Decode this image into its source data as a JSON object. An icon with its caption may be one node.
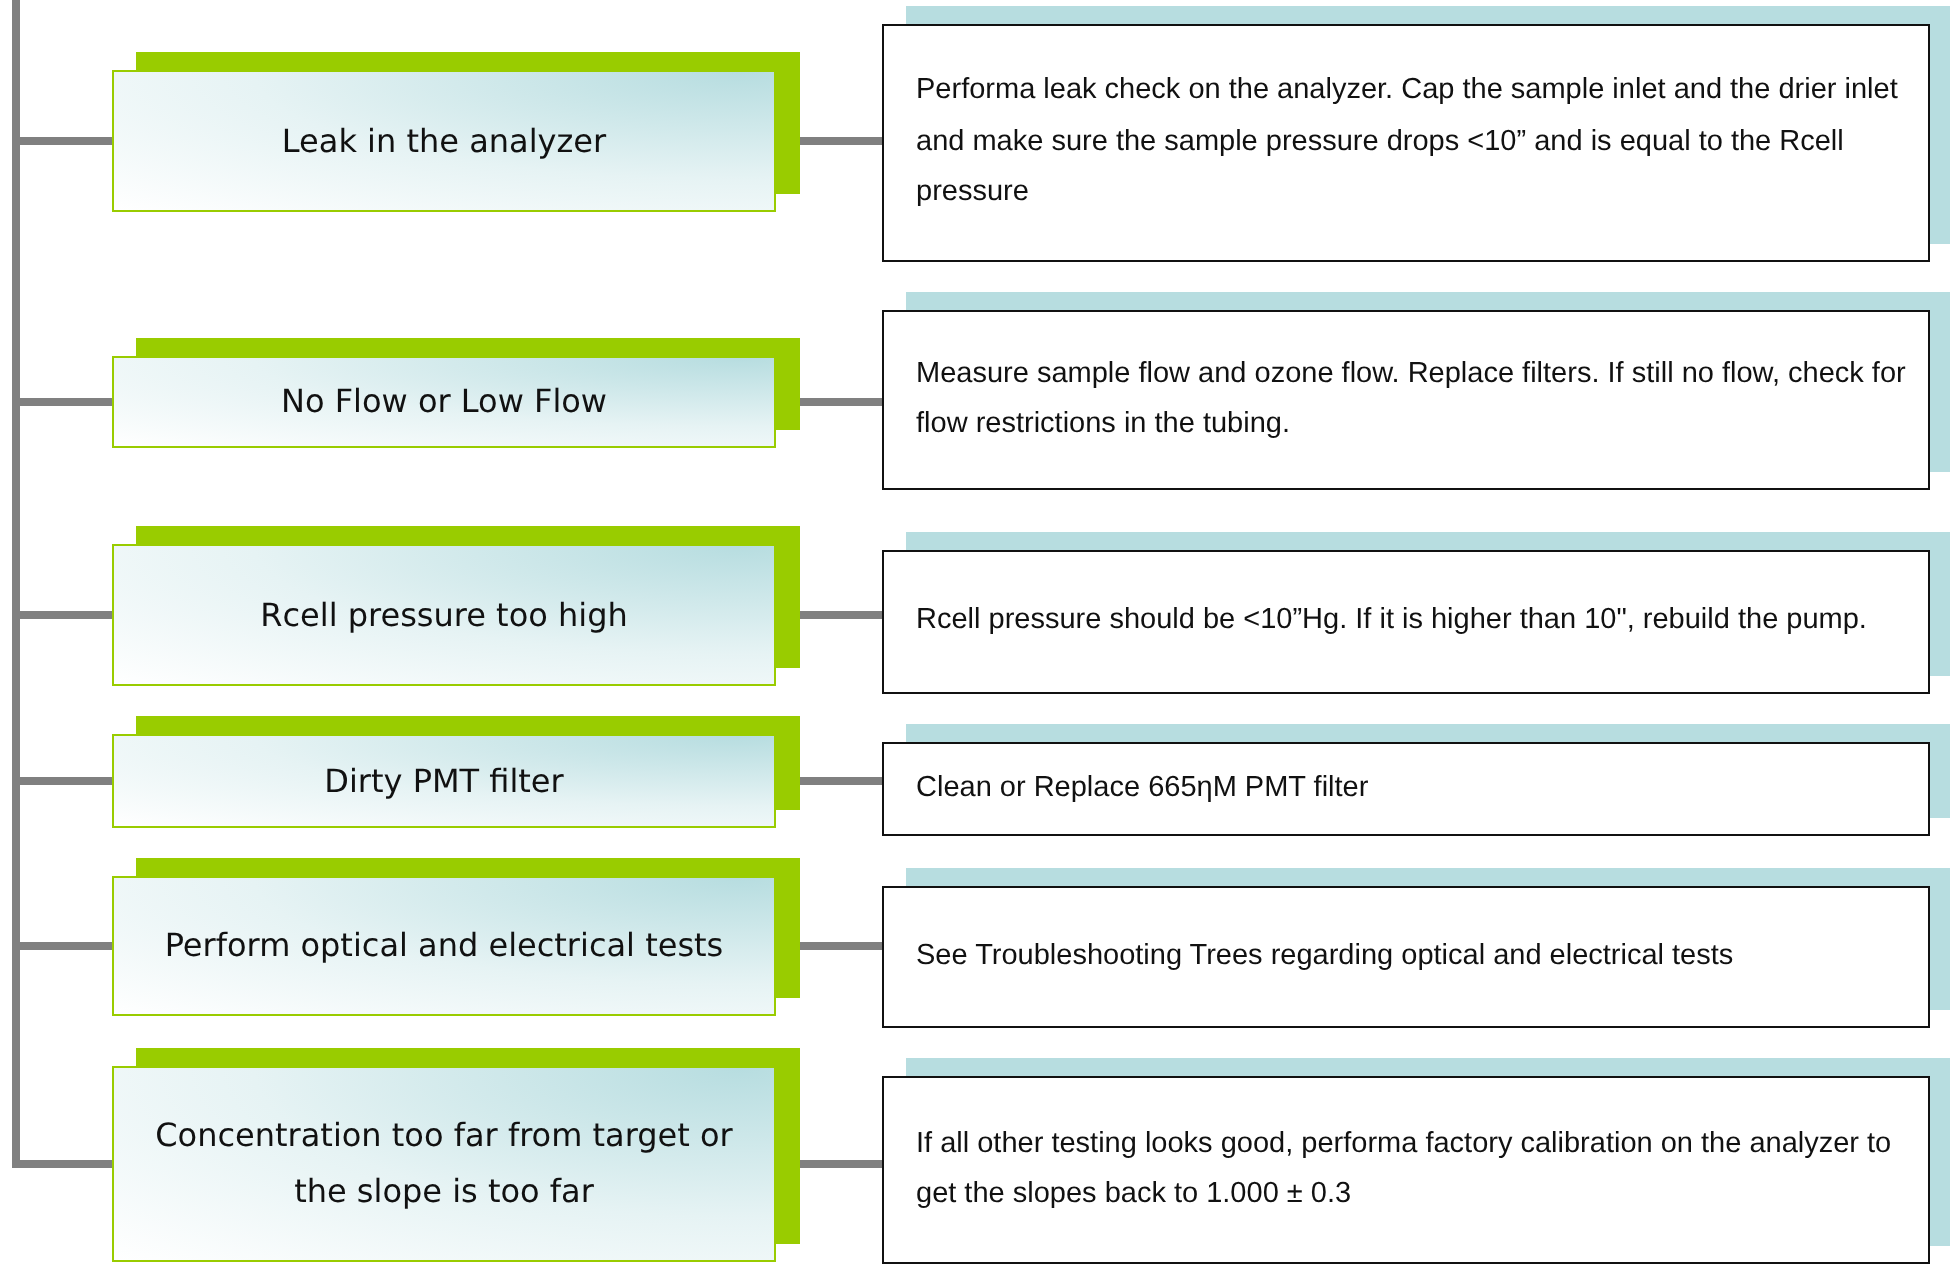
{
  "diagram": {
    "nodes": [
      {
        "text": [
          "Leak in the analyzer"
        ]
      },
      {
        "text": [
          "No Flow or Low Flow"
        ]
      },
      {
        "text": [
          "Rcell pressure too high"
        ]
      },
      {
        "text": [
          "Dirty PMT filter"
        ]
      },
      {
        "text": [
          "Perform optical and electrical tests"
        ]
      },
      {
        "text": [
          "Concentration too far from target or the slope is too far"
        ]
      },
      {
        "text": [
          "Performa leak check on the analyzer. Cap the sample inlet and the drier inlet and make sure the sample pressure drops <10” and is equal to the Rcell pressure"
        ]
      },
      {
        "text": [
          "Measure sample flow and ozone flow.  Replace filters. If still no flow, check for flow restrictions in the tubing."
        ]
      },
      {
        "text": [
          "Rcell pressure should be <10”Hg.  If it is higher than 10\", rebuild the pump."
        ]
      },
      {
        "text": [
          "Clean or Replace 665ηM PMT filter"
        ]
      },
      {
        "text": [
          "See Troubleshooting Trees regarding optical and electrical tests"
        ]
      },
      {
        "text": [
          "If all other testing looks good, performa factory calibration on the analyzer to get the slopes back to 1.000 ± 0.3"
        ]
      }
    ],
    "edges": [
      {
        "from": null,
        "to": 0,
        "arrow": "none"
      },
      {
        "from": null,
        "to": 1,
        "arrow": "none"
      },
      {
        "from": null,
        "to": 2,
        "arrow": "none"
      },
      {
        "from": null,
        "to": 3,
        "arrow": "none"
      },
      {
        "from": null,
        "to": 4,
        "arrow": "none"
      },
      {
        "from": null,
        "to": 5,
        "arrow": "none"
      },
      {
        "from": 0,
        "to": 6,
        "arrow": "none"
      },
      {
        "from": 1,
        "to": 7,
        "arrow": "none"
      },
      {
        "from": 2,
        "to": 8,
        "arrow": "none"
      },
      {
        "from": 3,
        "to": 9,
        "arrow": "none"
      },
      {
        "from": 4,
        "to": 10,
        "arrow": "none"
      },
      {
        "from": 5,
        "to": 11,
        "arrow": "none"
      }
    ]
  }
}
